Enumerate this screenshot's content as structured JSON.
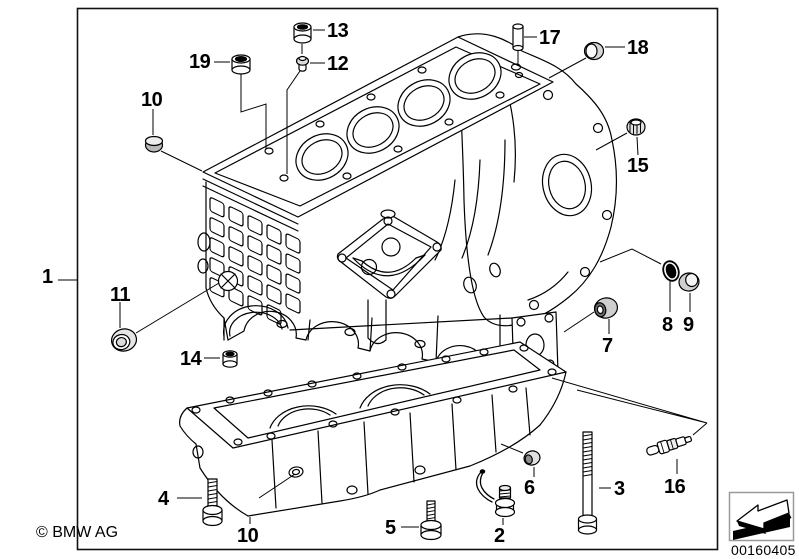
{
  "diagram": {
    "type": "exploded-parts-diagram",
    "subject": "engine block with oil pan",
    "copyright": "© BMW AG",
    "doc_number": "00160405",
    "callouts": {
      "c1": "1",
      "c2": "2",
      "c3": "3",
      "c4": "4",
      "c5": "5",
      "c6": "6",
      "c7": "7",
      "c8": "8",
      "c9": "9",
      "c10": "10",
      "c11": "11",
      "c12": "12",
      "c13": "13",
      "c14": "14",
      "c15": "15",
      "c16": "16",
      "c17": "17",
      "c18": "18",
      "c19": "19"
    },
    "parts": [
      {
        "number": "1",
        "icon": "assembly-frame"
      },
      {
        "number": "2",
        "icon": "hook-bolt"
      },
      {
        "number": "3",
        "icon": "long-bolt"
      },
      {
        "number": "4",
        "icon": "bolt"
      },
      {
        "number": "5",
        "icon": "bolt"
      },
      {
        "number": "6",
        "icon": "bushing"
      },
      {
        "number": "7",
        "icon": "bushing"
      },
      {
        "number": "8",
        "icon": "o-ring"
      },
      {
        "number": "9",
        "icon": "plug"
      },
      {
        "number": "10",
        "icon": "cap-plug"
      },
      {
        "number": "11",
        "icon": "sealing-cap"
      },
      {
        "number": "12",
        "icon": "small-plug"
      },
      {
        "number": "13",
        "icon": "dowel-sleeve"
      },
      {
        "number": "14",
        "icon": "dowel-sleeve"
      },
      {
        "number": "15",
        "icon": "threaded-plug"
      },
      {
        "number": "16",
        "icon": "spray-nozzle"
      },
      {
        "number": "17",
        "icon": "dowel-pin"
      },
      {
        "number": "18",
        "icon": "core-plug"
      },
      {
        "number": "19",
        "icon": "dowel-sleeve"
      }
    ],
    "colors": {
      "line": "#000000",
      "background": "#ffffff",
      "shade_light": "#d5d5d5",
      "shade_dark": "#777777",
      "logo_border": "#9a9a9a"
    }
  }
}
